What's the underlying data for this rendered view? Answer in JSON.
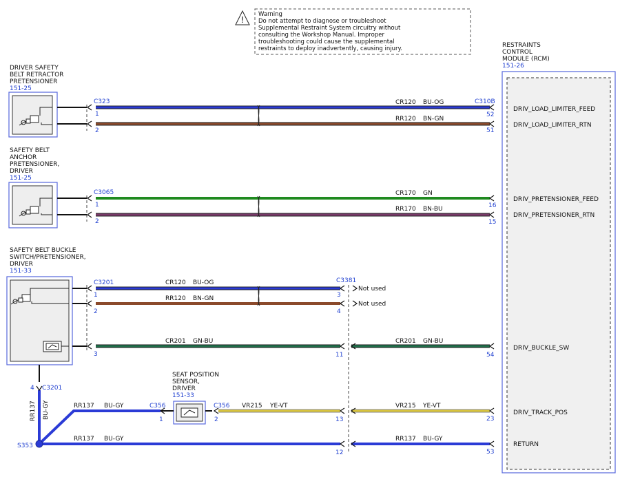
{
  "warning": {
    "title": "Warning",
    "lines": [
      "Do not attempt to diagnose or troubleshoot",
      "Supplemental Restraint System circuitry without",
      "consulting the Workshop Manual. Improper",
      "troubleshooting could cause the supplemental",
      "restraints to deploy inadvertently, causing injury."
    ]
  },
  "rcm": {
    "lines": [
      "RESTRAINTS",
      "CONTROL",
      "MODULE (RCM)"
    ],
    "ref": "151-26",
    "pins": [
      {
        "pin": "52",
        "name": "DRIV_LOAD_LIMITER_FEED"
      },
      {
        "pin": "51",
        "name": "DRIV_LOAD_LIMITER_RTN"
      },
      {
        "pin": "16",
        "name": "DRIV_PRETENSIONER_FEED"
      },
      {
        "pin": "15",
        "name": "DRIV_PRETENSIONER_RTN"
      },
      {
        "pin": "54",
        "name": "DRIV_BUCKLE_SW"
      },
      {
        "pin": "23",
        "name": "DRIV_TRACK_POS"
      },
      {
        "pin": "53",
        "name": "RETURN"
      }
    ]
  },
  "components": {
    "retractor": {
      "lines": [
        "DRIVER SAFETY",
        "BELT RETRACTOR",
        "PRETENSIONER"
      ],
      "ref": "151-25"
    },
    "anchor": {
      "lines": [
        "SAFETY BELT",
        "ANCHOR",
        "PRETENSIONER,",
        "DRIVER"
      ],
      "ref": "151-25"
    },
    "buckle": {
      "lines": [
        "SAFETY BELT BUCKLE",
        "SWITCH/PRETENSIONER,",
        "DRIVER"
      ],
      "ref": "151-33"
    },
    "seat_sensor": {
      "lines": [
        "SEAT POSITION",
        "SENSOR,",
        "DRIVER"
      ],
      "ref": "151-33"
    }
  },
  "connectors": {
    "c323": "C323",
    "c310b": "C310B",
    "c3065": "C3065",
    "c3201": "C3201",
    "c3381": "C3381",
    "c3201_bottom": "C3201",
    "c356_left": "C356",
    "c356_right": "C356",
    "s353": "S353"
  },
  "pins": {
    "c323_1": "1",
    "c323_2": "2",
    "c3065_1": "1",
    "c3065_2": "2",
    "c3201_1": "1",
    "c3201_2": "2",
    "c3201_3": "3",
    "c3201_4": "4",
    "c3381_3": "3",
    "c3381_4": "4",
    "c3381_11": "11",
    "c3381_13": "13",
    "c3381_12": "12",
    "c356_1": "1",
    "c356_2": "2"
  },
  "wires": {
    "cr120_top": {
      "circuit": "CR120",
      "color": "BU-OG"
    },
    "rr120_top": {
      "circuit": "RR120",
      "color": "BN-GN"
    },
    "cr170": {
      "circuit": "CR170",
      "color": "GN"
    },
    "rr170": {
      "circuit": "RR170",
      "color": "BN-BU"
    },
    "cr120_buckle": {
      "circuit": "CR120",
      "color": "BU-OG"
    },
    "rr120_buckle": {
      "circuit": "RR120",
      "color": "BN-GN"
    },
    "cr201_left": {
      "circuit": "CR201",
      "color": "GN-BU"
    },
    "cr201_right": {
      "circuit": "CR201",
      "color": "GN-BU"
    },
    "rr137_vertical": {
      "circuit": "RR137",
      "color": "BU-GY"
    },
    "rr137_sensor": {
      "circuit": "RR137",
      "color": "BU-GY"
    },
    "vr215_left": {
      "circuit": "VR215",
      "color": "YE-VT"
    },
    "vr215_right": {
      "circuit": "VR215",
      "color": "YE-VT"
    },
    "rr137_return_left": {
      "circuit": "RR137",
      "color": "BU-GY"
    },
    "rr137_return_right": {
      "circuit": "RR137",
      "color": "BU-GY"
    }
  },
  "not_used_1": "Not used",
  "not_used_2": "Not used",
  "colors": {
    "blue": "#2b3bd6",
    "brown": "#8b4a2b",
    "green": "#1f8a1f",
    "brown_blue": "#7a3a6a",
    "dark_green": "#1e6f4a",
    "yellow": "#d8c43c",
    "module_border": "#5566dd",
    "label_blue": "#1f3fd0"
  }
}
